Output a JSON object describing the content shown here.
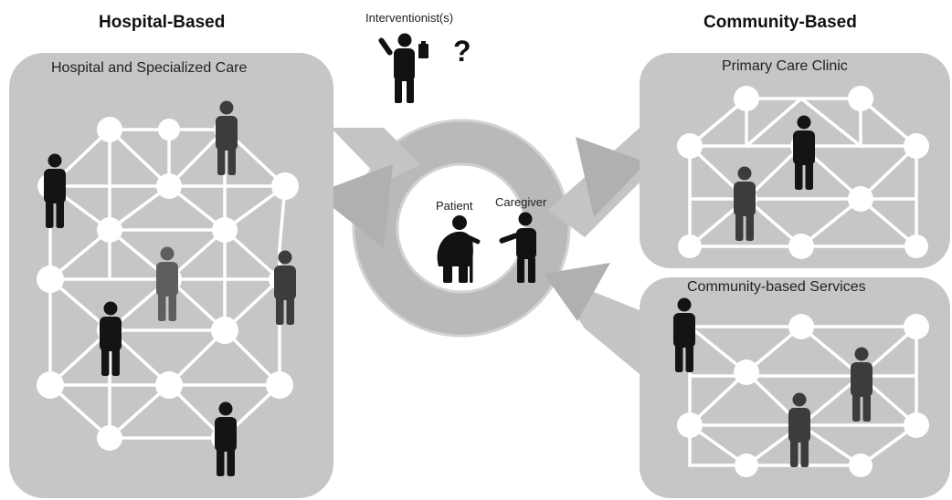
{
  "headers": {
    "left": "Hospital-Based",
    "right": "Community-Based"
  },
  "panels": {
    "hospital": "Hospital and Specialized Care",
    "primary": "Primary Care Clinic",
    "community": "Community-based Services"
  },
  "center": {
    "interventionist": "Interventionist(s)",
    "question_mark": "?",
    "patient": "Patient",
    "caregiver": "Caregiver"
  },
  "colors": {
    "panel_fill": "#c6c6c6",
    "node_fill": "#ffffff",
    "person_dark": "#141414",
    "person_mid": "#3c3c3c",
    "person_light": "#5e5e5e",
    "cycle_arrow": "#b9b9b9"
  },
  "icons": [
    "person-icon",
    "patient-with-cane-icon",
    "caregiver-icon",
    "interventionist-with-clipboard-icon"
  ]
}
